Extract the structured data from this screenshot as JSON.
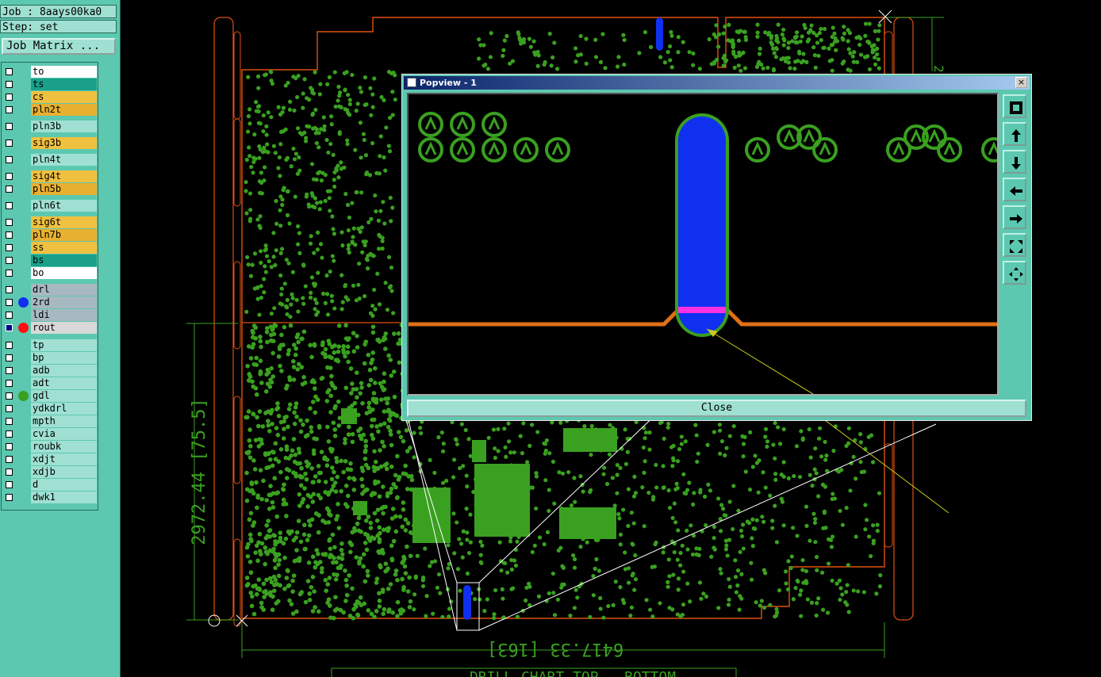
{
  "job": {
    "label": "Job : 8aays00ka0",
    "step": "Step: set",
    "matrix_button": "Job Matrix ..."
  },
  "layers": [
    {
      "name": "to",
      "bg": "#ffffff",
      "dot": "",
      "checked": false
    },
    {
      "name": "ts",
      "bg": "#1aa08a",
      "dot": "",
      "checked": false
    },
    {
      "name": "cs",
      "bg": "#f0c040",
      "dot": "",
      "checked": false
    },
    {
      "name": "pln2t",
      "bg": "#e8b030",
      "dot": "",
      "checked": false
    },
    {
      "name": "pln3b",
      "bg": "#9fe0d2",
      "dot": "",
      "checked": false
    },
    {
      "name": "sig3b",
      "bg": "#f0c040",
      "dot": "",
      "checked": false
    },
    {
      "name": "pln4t",
      "bg": "#9fe0d2",
      "dot": "",
      "checked": false
    },
    {
      "name": "sig4t",
      "bg": "#f0c040",
      "dot": "",
      "checked": false
    },
    {
      "name": "pln5b",
      "bg": "#e8b030",
      "dot": "",
      "checked": false
    },
    {
      "name": "pln6t",
      "bg": "#9fe0d2",
      "dot": "",
      "checked": false
    },
    {
      "name": "sig6t",
      "bg": "#f0c040",
      "dot": "",
      "checked": false
    },
    {
      "name": "pln7b",
      "bg": "#e8b030",
      "dot": "",
      "checked": false
    },
    {
      "name": "ss",
      "bg": "#f0c040",
      "dot": "",
      "checked": false
    },
    {
      "name": "bs",
      "bg": "#1aa08a",
      "dot": "",
      "checked": false
    },
    {
      "name": "bo",
      "bg": "#ffffff",
      "dot": "",
      "checked": false
    },
    {
      "name": "drl",
      "bg": "#a8b8c0",
      "dot": "",
      "checked": false
    },
    {
      "name": "2rd",
      "bg": "#a8b8c0",
      "dot": "#1030f0",
      "checked": false
    },
    {
      "name": "ldi",
      "bg": "#a8b8c0",
      "dot": "",
      "checked": false
    },
    {
      "name": "rout",
      "bg": "#d8d8d8",
      "dot": "#ff1010",
      "checked": true
    },
    {
      "name": "tp",
      "bg": "#9fe0d2",
      "dot": "",
      "checked": false
    },
    {
      "name": "bp",
      "bg": "#9fe0d2",
      "dot": "",
      "checked": false
    },
    {
      "name": "adb",
      "bg": "#9fe0d2",
      "dot": "",
      "checked": false
    },
    {
      "name": "adt",
      "bg": "#9fe0d2",
      "dot": "",
      "checked": false
    },
    {
      "name": "gdl",
      "bg": "#9fe0d2",
      "dot": "#3aa020",
      "checked": false
    },
    {
      "name": "ydkdrl",
      "bg": "#9fe0d2",
      "dot": "",
      "checked": false
    },
    {
      "name": "mpth",
      "bg": "#9fe0d2",
      "dot": "",
      "checked": false
    },
    {
      "name": "cvia",
      "bg": "#9fe0d2",
      "dot": "",
      "checked": false
    },
    {
      "name": "roubk",
      "bg": "#9fe0d2",
      "dot": "",
      "checked": false
    },
    {
      "name": "xdjt",
      "bg": "#9fe0d2",
      "dot": "",
      "checked": false
    },
    {
      "name": "xdjb",
      "bg": "#9fe0d2",
      "dot": "",
      "checked": false
    },
    {
      "name": "d",
      "bg": "#9fe0d2",
      "dot": "",
      "checked": false
    },
    {
      "name": "dwk1",
      "bg": "#9fe0d2",
      "dot": "",
      "checked": false
    }
  ],
  "board": {
    "dim_vertical": "2972.44 [75.5]",
    "dim_horizontal": "6417.33 [163]",
    "drill_chart_label": "DRILL CHART  TOP - BOTTOM",
    "dim_right_tick": "2"
  },
  "popview": {
    "title": "Popview - 1",
    "close_x": "×",
    "close_button": "Close",
    "tools": [
      "zoom-fit-icon",
      "pan-up-icon",
      "pan-down-icon",
      "pan-left-icon",
      "pan-right-icon",
      "zoom-in-icon",
      "zoom-out-icon"
    ]
  },
  "colors": {
    "copper": "#3aa020",
    "outline": "#e05010",
    "slot": "#1030f0",
    "panel": "#5cc8b0",
    "pointer": "#c8c820"
  }
}
